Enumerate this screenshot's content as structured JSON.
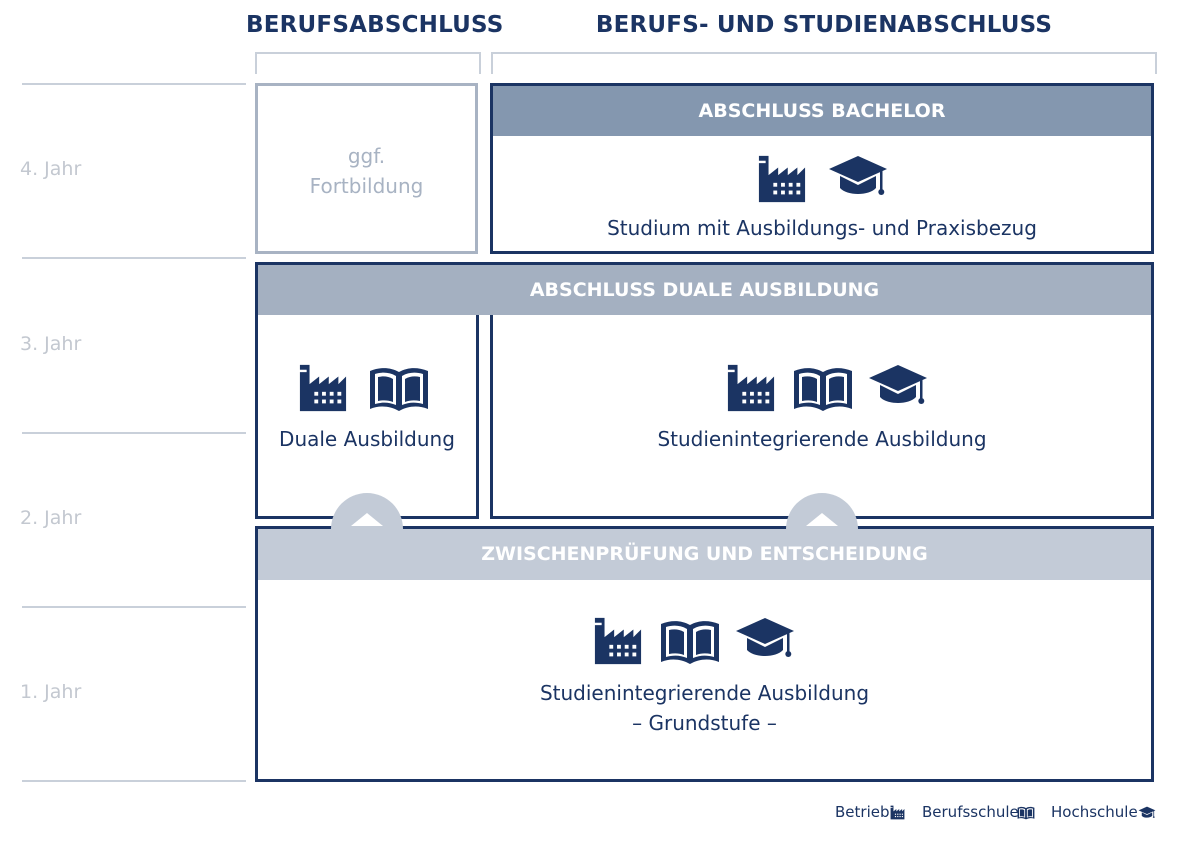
{
  "headers": {
    "left": "BERUFSABSCHLUSS",
    "right": "BERUFS- UND STUDIENABSCHLUSS"
  },
  "years": [
    "4. Jahr",
    "3. Jahr",
    "2. Jahr",
    "1. Jahr"
  ],
  "boxes": {
    "fortbildung": {
      "line1": "ggf.",
      "line2": "Fortbildung"
    },
    "bachelor": {
      "band": "ABSCHLUSS BACHELOR",
      "desc": "Studium mit Ausbildungs- und Praxisbezug",
      "icons": [
        "factory-icon",
        "graduation-cap-icon"
      ]
    },
    "duale": {
      "band": "ABSCHLUSS DUALE AUSBILDUNG"
    },
    "duale_ausbildung": {
      "desc": "Duale Ausbildung",
      "icons": [
        "factory-icon",
        "book-icon"
      ]
    },
    "studienintegrierende": {
      "desc": "Studienintegrierende Ausbildung",
      "icons": [
        "factory-icon",
        "book-icon",
        "graduation-cap-icon"
      ]
    },
    "grundstufe": {
      "band": "ZWISCHENPRÜFUNG UND ENTSCHEIDUNG",
      "desc1": "Studienintegrierende Ausbildung",
      "desc2": "– Grundstufe –",
      "icons": [
        "factory-icon",
        "book-icon",
        "graduation-cap-icon"
      ]
    }
  },
  "legend": {
    "betrieb": "Betrieb",
    "berufsschule": "Berufsschule",
    "hochschule": "Hochschule"
  },
  "colors": {
    "navy": "#1b3463",
    "band_dark": "#8497af",
    "band_mid": "#a4b0c1",
    "band_light": "#c3cbd7",
    "muted": "#a8b3c3"
  }
}
